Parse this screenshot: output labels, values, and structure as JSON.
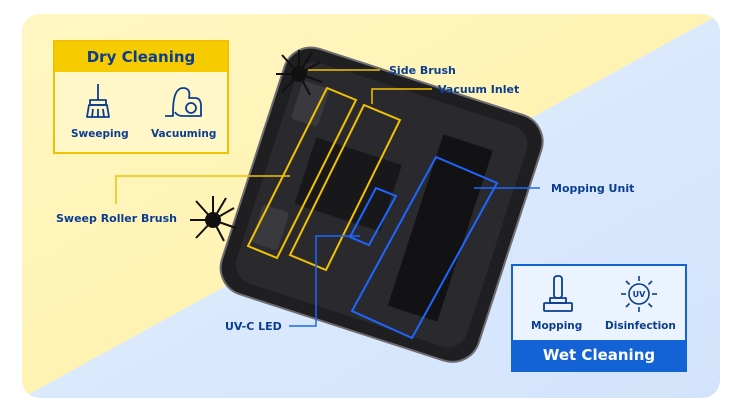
{
  "colors": {
    "dry_accent": "#f6cc00",
    "wet_accent": "#1463d6",
    "label_text": "#0a3d91",
    "robot_body": "#1c1c1e"
  },
  "dry_cleaning": {
    "title": "Dry Cleaning",
    "items": [
      {
        "label": "Sweeping",
        "icon": "broom-icon"
      },
      {
        "label": "Vacuuming",
        "icon": "vacuum-icon"
      }
    ]
  },
  "wet_cleaning": {
    "title": "Wet Cleaning",
    "items": [
      {
        "label": "Mopping",
        "icon": "mop-icon"
      },
      {
        "label": "Disinfection",
        "icon": "uv-icon",
        "icon_text": "UV"
      }
    ]
  },
  "callouts": {
    "side_brush": "Side Brush",
    "vacuum_inlet": "Vacuum Inlet",
    "sweep_roller_brush": "Sweep Roller Brush",
    "mopping_unit": "Mopping Unit",
    "uv_c_led": "UV-C LED"
  }
}
